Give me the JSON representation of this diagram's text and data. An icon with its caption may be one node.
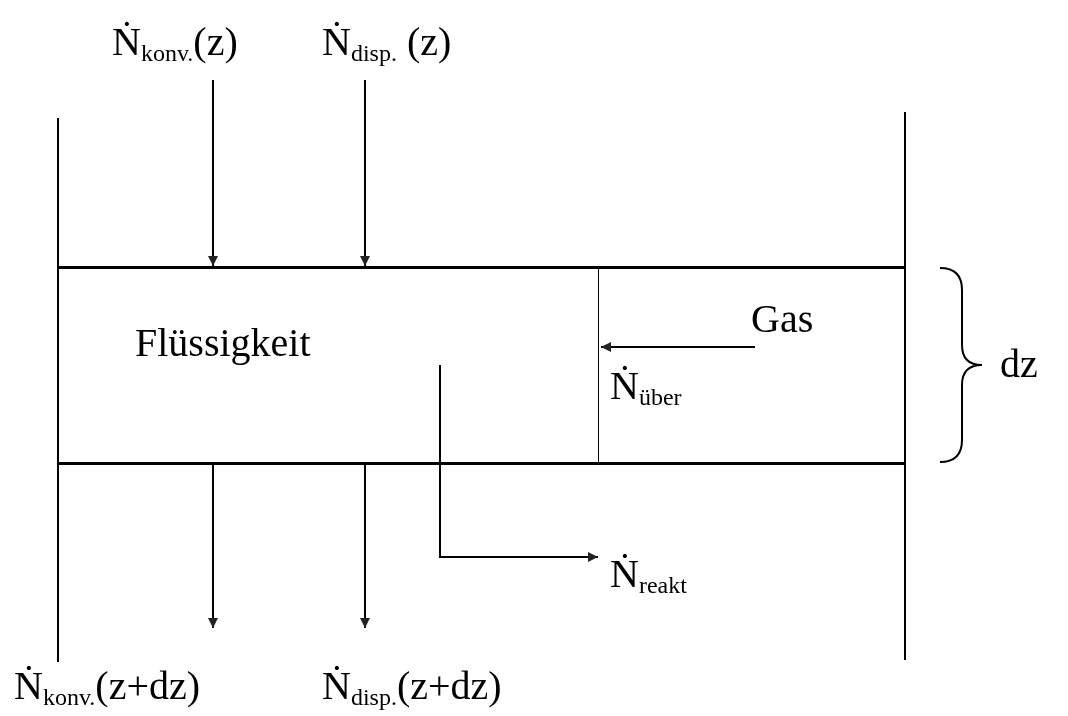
{
  "diagram": {
    "nodes": [
      {
        "text": [
          "Ṅ$_{konv.}$(z)"
        ]
      },
      {
        "text": [
          "Ṅ$_{disp.}$ (z)"
        ]
      },
      {
        "text": [
          "Flüssigkeit"
        ]
      },
      {
        "text": [
          "Gas"
        ]
      },
      {
        "text": [
          "Ṅ$_{reakt}$"
        ]
      },
      {
        "text": [
          "Ṅ$_{konv.}$(z+dz)"
        ]
      },
      {
        "text": [
          "Ṅ$_{disp.}$(z+dz)"
        ]
      }
    ],
    "edges": [
      {
        "from": 0,
        "to": 2,
        "arrow": "to"
      },
      {
        "from": 1,
        "to": 2,
        "arrow": "to"
      },
      {
        "from": 3,
        "to": 2,
        "arrow": "to",
        "label": "Ṅ$_{über}$"
      },
      {
        "from": 2,
        "to": 4,
        "arrow": "to"
      },
      {
        "from": 2,
        "to": 5,
        "arrow": "to"
      },
      {
        "from": 2,
        "to": 6,
        "arrow": "to"
      }
    ],
    "labels": [
      "dz"
    ]
  }
}
